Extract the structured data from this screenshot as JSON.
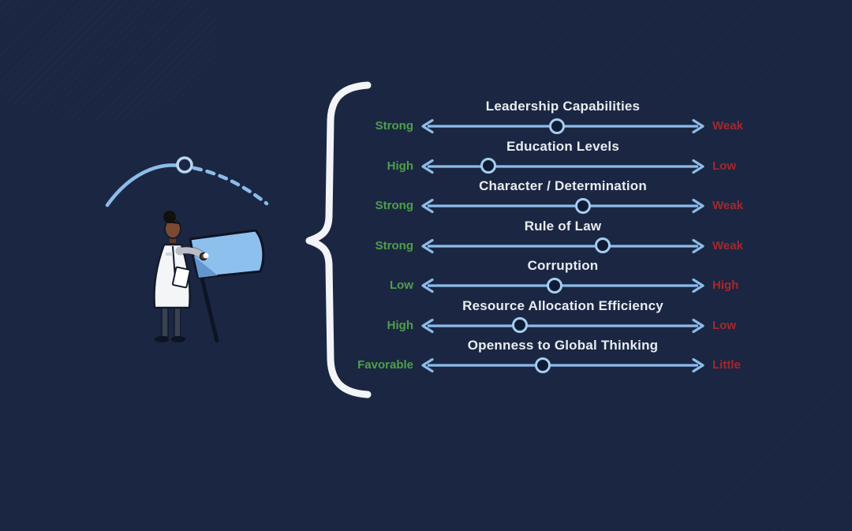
{
  "colors": {
    "background": "#1b2742",
    "track_blue": "#8cbcea",
    "knob_ring": "#a5cdf2",
    "positive_green": "#4f9f49",
    "negative_red": "#a8262b",
    "title_text": "#e8ecf2",
    "brace_white": "#f2f4f7",
    "flag_blue": "#8ec0ee"
  },
  "icons": {
    "arc": "trajectory-arc-icon",
    "arc_marker": "peak-point-circle-icon",
    "person": "scientist-planting-flag-illustration",
    "brace": "curly-brace-glyph"
  },
  "scales": [
    {
      "title": "Leadership Capabilities",
      "left_label": "Strong",
      "right_label": "Weak",
      "value_pct": 48
    },
    {
      "title": "Education Levels",
      "left_label": "High",
      "right_label": "Low",
      "value_pct": 24
    },
    {
      "title": "Character / Determination",
      "left_label": "Strong",
      "right_label": "Weak",
      "value_pct": 57
    },
    {
      "title": "Rule of Law",
      "left_label": "Strong",
      "right_label": "Weak",
      "value_pct": 64
    },
    {
      "title": "Corruption",
      "left_label": "Low",
      "right_label": "High",
      "value_pct": 47
    },
    {
      "title": "Resource Allocation Efficiency",
      "left_label": "High",
      "right_label": "Low",
      "value_pct": 35
    },
    {
      "title": "Openness to Global Thinking",
      "left_label": "Favorable",
      "right_label": "Little",
      "value_pct": 43
    }
  ],
  "chart_data": {
    "type": "table",
    "title": "",
    "categories": [
      "Leadership Capabilities",
      "Education Levels",
      "Character / Determination",
      "Rule of Law",
      "Corruption",
      "Resource Allocation Efficiency",
      "Openness to Global Thinking"
    ],
    "series": [
      {
        "name": "slider_position_pct_from_left",
        "values": [
          48,
          24,
          57,
          64,
          47,
          35,
          43
        ]
      }
    ],
    "left_endpoints": [
      "Strong",
      "High",
      "Strong",
      "Strong",
      "Low",
      "High",
      "Favorable"
    ],
    "right_endpoints": [
      "Weak",
      "Low",
      "Weak",
      "Weak",
      "High",
      "Low",
      "Little"
    ]
  }
}
